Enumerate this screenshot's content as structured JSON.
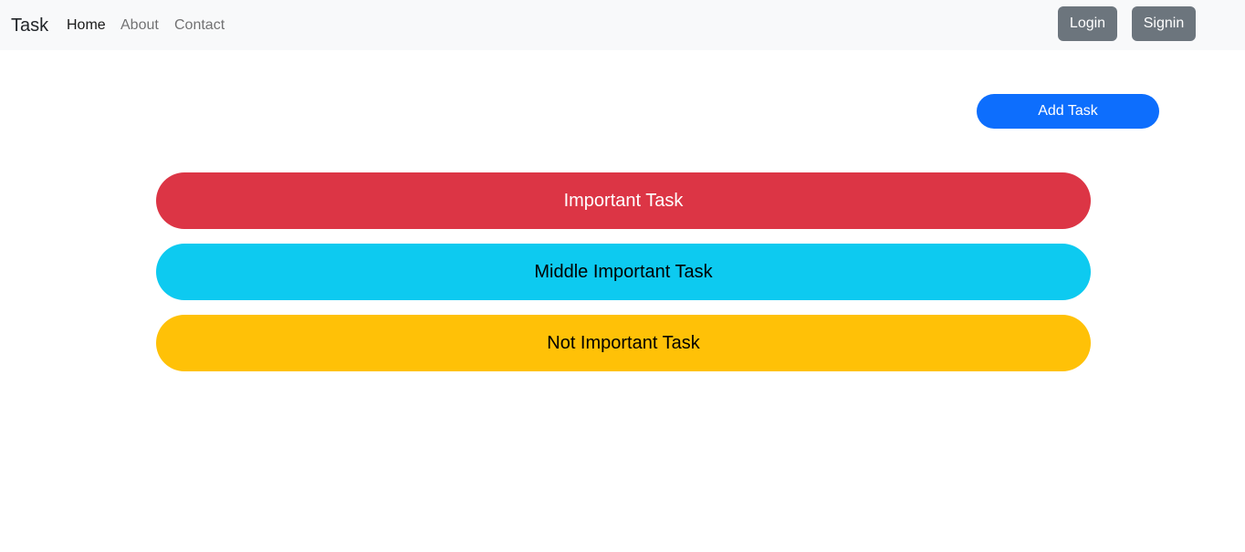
{
  "navbar": {
    "brand": "Task",
    "links": [
      {
        "label": "Home",
        "active": true
      },
      {
        "label": "About",
        "active": false
      },
      {
        "label": "Contact",
        "active": false
      }
    ],
    "login_label": "Login",
    "signin_label": "Signin"
  },
  "main": {
    "add_task_label": "Add Task",
    "tasks": [
      {
        "label": "Important Task",
        "color": "#dc3545"
      },
      {
        "label": "Middle Important Task",
        "color": "#0dcaf0"
      },
      {
        "label": "Not Important Task",
        "color": "#ffc107"
      }
    ]
  },
  "colors": {
    "navbar_bg": "#f8f9fa",
    "primary": "#0d6efd",
    "secondary": "#6c757d"
  }
}
